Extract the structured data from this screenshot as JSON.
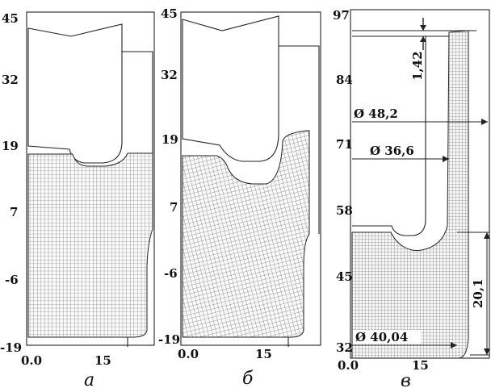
{
  "panels": [
    {
      "label": "а",
      "y_ticks": [
        "45",
        "32",
        "19",
        "7",
        "-6",
        "-19"
      ],
      "x_ticks": [
        "0.0",
        "15"
      ]
    },
    {
      "label": "б",
      "y_ticks": [
        "45",
        "32",
        "19",
        "7",
        "-6",
        "-19"
      ],
      "x_ticks": [
        "0.0",
        "15"
      ]
    },
    {
      "label": "в",
      "y_ticks": [
        "97",
        "84",
        "71",
        "58",
        "45",
        "32"
      ],
      "x_ticks": [
        "0.0",
        "15"
      ],
      "annotations": {
        "dim_top": "1,42",
        "dia_outer": "Ø 48,2",
        "dia_inner": "Ø 36,6",
        "dim_height": "20,1",
        "dia_bottom": "Ø 40,04"
      }
    }
  ]
}
